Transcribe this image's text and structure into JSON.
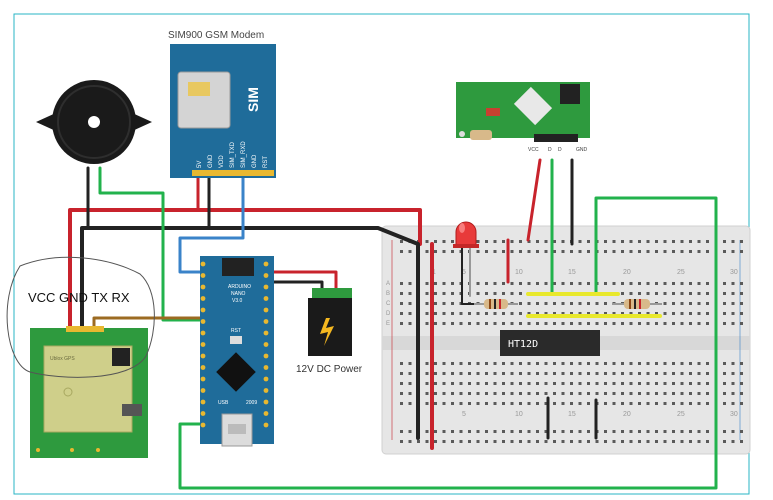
{
  "modem": {
    "title": "SIM900 GSM Modem",
    "sim_label": "SIM",
    "pins": [
      "5V",
      "GND",
      "VDD",
      "SIM_TXD",
      "SIM_RXD",
      "GND",
      "RST"
    ]
  },
  "gps": {
    "pin_labels": "VCC GND TX RX",
    "chip_text": "Ublox GPS"
  },
  "arduino": {
    "name_line1": "ARDUINO",
    "name_line2": "NANO",
    "version": "V3.0",
    "usb_label": "USB",
    "year": "2009",
    "rst_label": "RST"
  },
  "power": {
    "label": "12V DC Power"
  },
  "rf_receiver": {
    "pins": [
      "VCC",
      "D",
      "D",
      "GND"
    ]
  },
  "decoder_ic": {
    "label": "HT12D"
  },
  "breadboard": {
    "col_numbers": [
      "1",
      "5",
      "10",
      "15",
      "20",
      "25",
      "30"
    ],
    "row_letters": [
      "A",
      "B",
      "C",
      "D",
      "E"
    ]
  },
  "colors": {
    "wire_red": "#c8232c",
    "wire_black": "#222222",
    "wire_green": "#22b24c",
    "wire_blue": "#3a83c9",
    "wire_yellow": "#e8e82c",
    "wire_brown": "#9c6b22",
    "pcb_blue": "#1f6c9a",
    "pcb_green": "#2e9a3e",
    "border": "#29b6c6"
  }
}
